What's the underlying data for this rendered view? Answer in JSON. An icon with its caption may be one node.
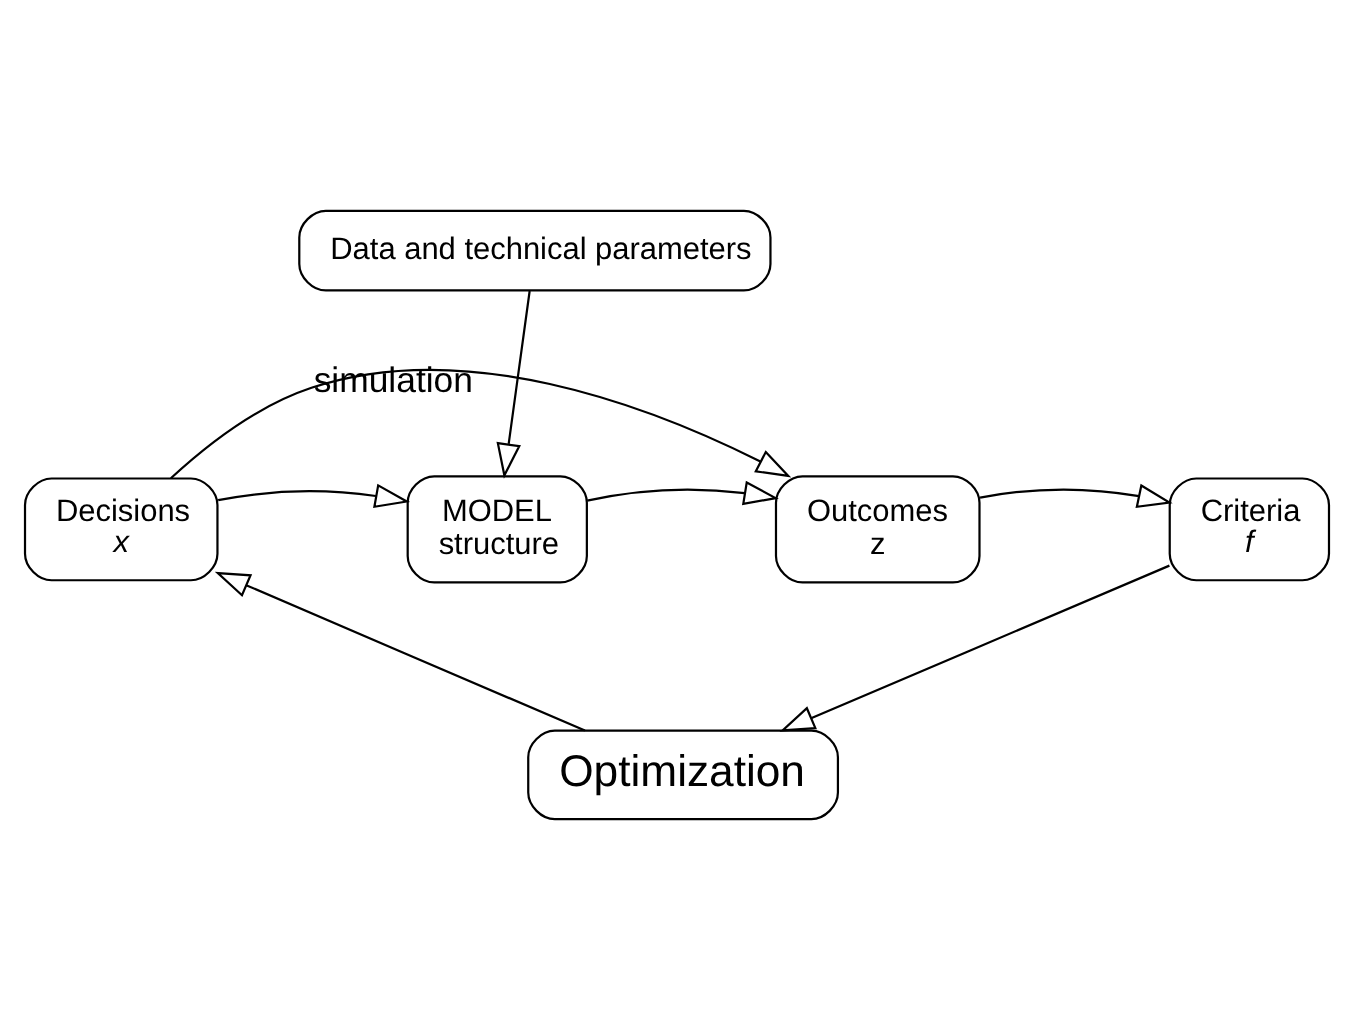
{
  "diagram": {
    "nodes": [
      {
        "text": [
          "Data and technical parameters"
        ]
      },
      {
        "text": [
          "Decisions",
          "x"
        ]
      },
      {
        "text": [
          "MODEL",
          "structure"
        ]
      },
      {
        "text": [
          "Outcomes",
          "z"
        ]
      },
      {
        "text": [
          "Criteria",
          "f"
        ]
      },
      {
        "text": [
          "Optimization"
        ]
      }
    ],
    "edges": [
      {
        "from": 0,
        "to": 2,
        "arrow": "to"
      },
      {
        "from": 1,
        "to": 3,
        "arrow": "to",
        "label": "simulation"
      },
      {
        "from": 1,
        "to": 2,
        "arrow": "to"
      },
      {
        "from": 2,
        "to": 3,
        "arrow": "to"
      },
      {
        "from": 3,
        "to": 4,
        "arrow": "to"
      },
      {
        "from": 4,
        "to": 5,
        "arrow": "to"
      },
      {
        "from": 5,
        "to": 1,
        "arrow": "to"
      }
    ]
  }
}
